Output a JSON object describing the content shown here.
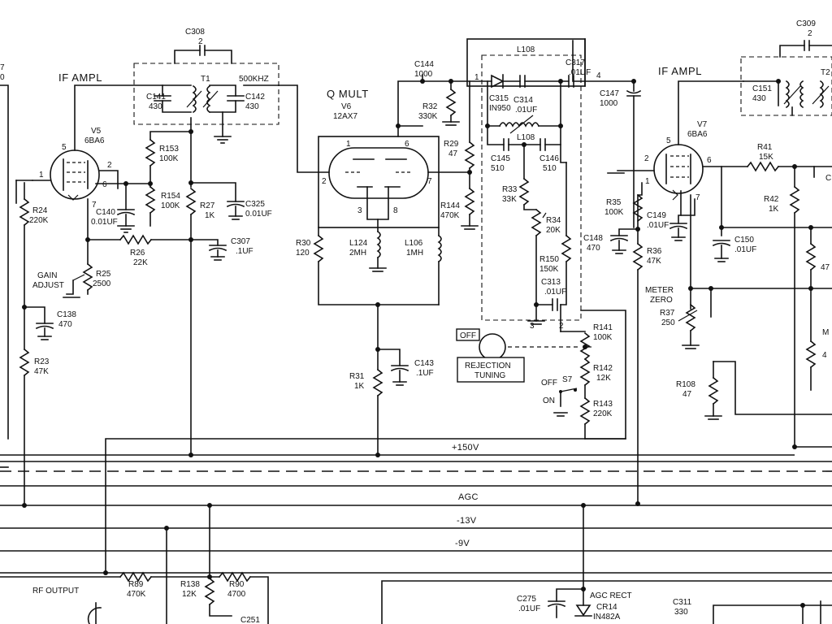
{
  "sections": {
    "if_ampl_left": "IF AMPL",
    "q_mult": "Q MULT",
    "if_ampl_right": "IF AMPL"
  },
  "tubes": {
    "v5": {
      "ref": "V5",
      "type": "6BA6"
    },
    "v6": {
      "ref": "V6",
      "type": "12AX7"
    },
    "v7": {
      "ref": "V7",
      "type": "6BA6"
    }
  },
  "pins": {
    "v5": [
      "5",
      "2",
      "1",
      "6",
      "7"
    ],
    "v6": [
      "1",
      "6",
      "2",
      "7",
      "3",
      "8"
    ],
    "v7": [
      "5",
      "2",
      "6",
      "1",
      "7"
    ]
  },
  "transformers": {
    "t1": "T1",
    "t1_freq": "500KHZ",
    "t2": "T2",
    "l108_box": "L108",
    "l108_coil": "L108"
  },
  "components": {
    "c308": [
      "C308",
      "2"
    ],
    "c141": [
      "C141",
      "430"
    ],
    "c142": [
      "C142",
      "430"
    ],
    "r153": [
      "R153",
      "100K"
    ],
    "r154": [
      "R154",
      "100K"
    ],
    "r27": [
      "R27",
      "1K"
    ],
    "c325": [
      "C325",
      "0.01UF"
    ],
    "r24": [
      "R24",
      "220K"
    ],
    "c140": [
      "C140",
      "0.01UF"
    ],
    "r26": [
      "R26",
      "22K"
    ],
    "c307": [
      "C307",
      ".1UF"
    ],
    "r25": [
      "R25",
      "2500"
    ],
    "gain": [
      "GAIN",
      "ADJUST"
    ],
    "c138": [
      "C138",
      "470"
    ],
    "r23": [
      "R23",
      "47K"
    ],
    "c144": [
      "C144",
      "1000"
    ],
    "r32": [
      "R32",
      "330K"
    ],
    "r29": [
      "R29",
      "47"
    ],
    "r144": [
      "R144",
      "470K"
    ],
    "r30": [
      "R30",
      "120"
    ],
    "l124": [
      "L124",
      "2MH"
    ],
    "l106": [
      "L106",
      "1MH"
    ],
    "r31": [
      "R31",
      "1K"
    ],
    "c143": [
      "C143",
      ".1UF"
    ],
    "c315": [
      "C315",
      "IN950"
    ],
    "c314": [
      "C314",
      ".01UF"
    ],
    "c317": [
      "C317",
      ".01UF"
    ],
    "c145": [
      "C145",
      "510"
    ],
    "c146": [
      "C146",
      "510"
    ],
    "r33": [
      "R33",
      "33K"
    ],
    "r34": [
      "R34",
      "20K"
    ],
    "r150": [
      "R150",
      "150K"
    ],
    "c313": [
      "C313",
      ".01UF"
    ],
    "c147": [
      "C147",
      "1000"
    ],
    "r141": [
      "R141",
      "100K"
    ],
    "r142": [
      "R142",
      "12K"
    ],
    "r143": [
      "R143",
      "220K"
    ],
    "c309": [
      "C309",
      "2"
    ],
    "c151": [
      "C151",
      "430"
    ],
    "r41": [
      "R41",
      "15K"
    ],
    "r42": [
      "R42",
      "1K"
    ],
    "r35": [
      "R35",
      "100K"
    ],
    "c149": [
      "C149",
      ".01UF"
    ],
    "c148": [
      "C148",
      "470"
    ],
    "r36": [
      "R36",
      "47K"
    ],
    "c150": [
      "C150",
      ".01UF"
    ],
    "r37": [
      "R37",
      "250"
    ],
    "meter": [
      "METER",
      "ZERO"
    ],
    "r108": [
      "R108",
      "47"
    ],
    "r89": [
      "R89",
      "470K"
    ],
    "r138": [
      "R138",
      "12K"
    ],
    "r90": [
      "R90",
      "4700"
    ],
    "c275": [
      "C275",
      ".01UF"
    ],
    "cr14": [
      "AGC RECT",
      "CR14",
      "IN482A"
    ],
    "c311": [
      "C311",
      "330"
    ],
    "c251": "C251"
  },
  "terminals": {
    "l108_1": "1",
    "l108_4": "4",
    "l108_3": "3",
    "l108_2": "2"
  },
  "switch": {
    "off_box": "OFF",
    "rejection": [
      "REJECTION",
      "TUNING"
    ],
    "s7": "S7",
    "off": "OFF",
    "on": "ON"
  },
  "buses": {
    "plus150": "+150V",
    "agc": "AGC",
    "minus13": "-13V",
    "minus9": "-9V",
    "rf_output": "RF OUTPUT"
  },
  "edge_fragments": {
    "top_left": [
      "7",
      "0"
    ],
    "right_m": "M",
    "right_4": "4",
    "right_47": "47",
    "right_c": "C"
  }
}
